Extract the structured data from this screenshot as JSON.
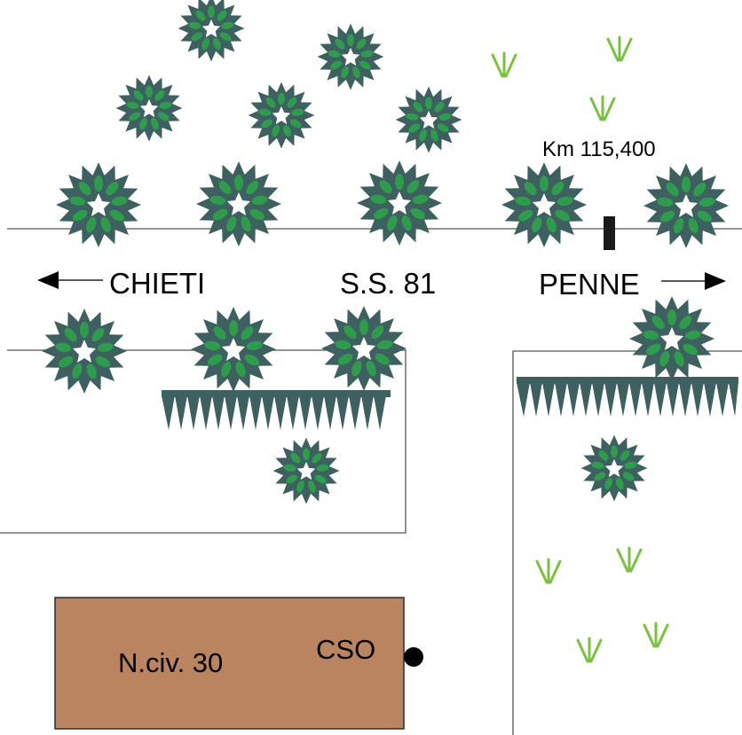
{
  "labels": {
    "west_direction": "CHIETI",
    "road_name": "S.S. 81",
    "east_direction": "PENNE",
    "km_marker": "Km 115,400",
    "building_number": "N.civ. 30",
    "cso": "CSO"
  },
  "colors": {
    "tree_outer": "#3f6060",
    "tree_inner": "#2e9b4d",
    "grass": "#7ac142",
    "building": "#bb8460",
    "line": "#555555"
  },
  "icons": {
    "tree": "tree-canopy-icon",
    "grass": "grass-tuft-icon",
    "arrow_left": "arrow-left-icon",
    "arrow_right": "arrow-right-icon"
  }
}
